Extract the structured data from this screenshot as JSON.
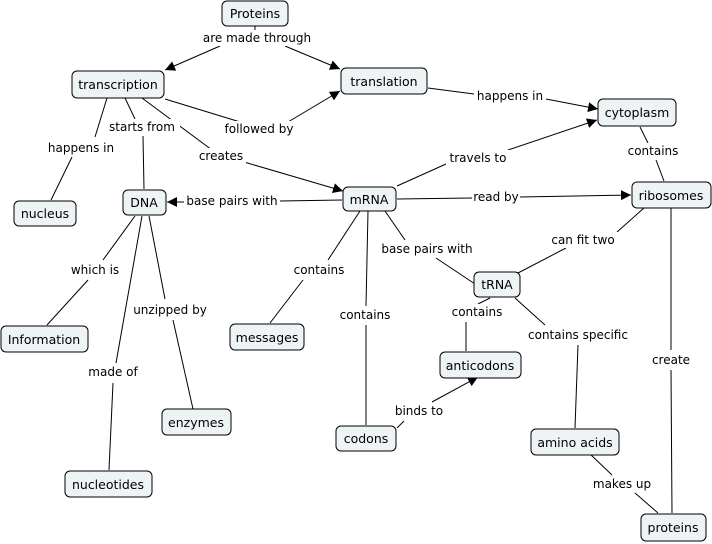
{
  "concept_map": {
    "concepts": {
      "proteins_top": "Proteins",
      "transcription": "transcription",
      "translation": "translation",
      "cytoplasm": "cytoplasm",
      "nucleus": "nucleus",
      "dna": "DNA",
      "mrna": "mRNA",
      "ribosomes": "ribosomes",
      "trna": "tRNA",
      "information": "Information",
      "messages": "messages",
      "anticodons": "anticodons",
      "enzymes": "enzymes",
      "codons": "codons",
      "amino_acids": "amino acids",
      "nucleotides": "nucleotides",
      "proteins_bottom": "proteins"
    },
    "links": {
      "are_made_through": "are made through",
      "happens_in_1": "happens in",
      "starts_from": "starts from",
      "followed_by": "followed by",
      "creates": "creates",
      "happens_in_2": "happens in",
      "contains_1": "contains",
      "travels_to": "travels to",
      "base_pairs_with_1": "base pairs with",
      "read_by": "read by",
      "can_fit_two": "can fit two",
      "base_pairs_with_2": "base pairs with",
      "which_is": "which is",
      "unzipped_by": "unzipped by",
      "made_of": "made of",
      "contains_2": "contains",
      "contains_3": "contains",
      "contains_4": "contains",
      "contains_specific": "contains specific",
      "create": "create",
      "binds_to": "binds to",
      "makes_up": "makes up"
    }
  }
}
